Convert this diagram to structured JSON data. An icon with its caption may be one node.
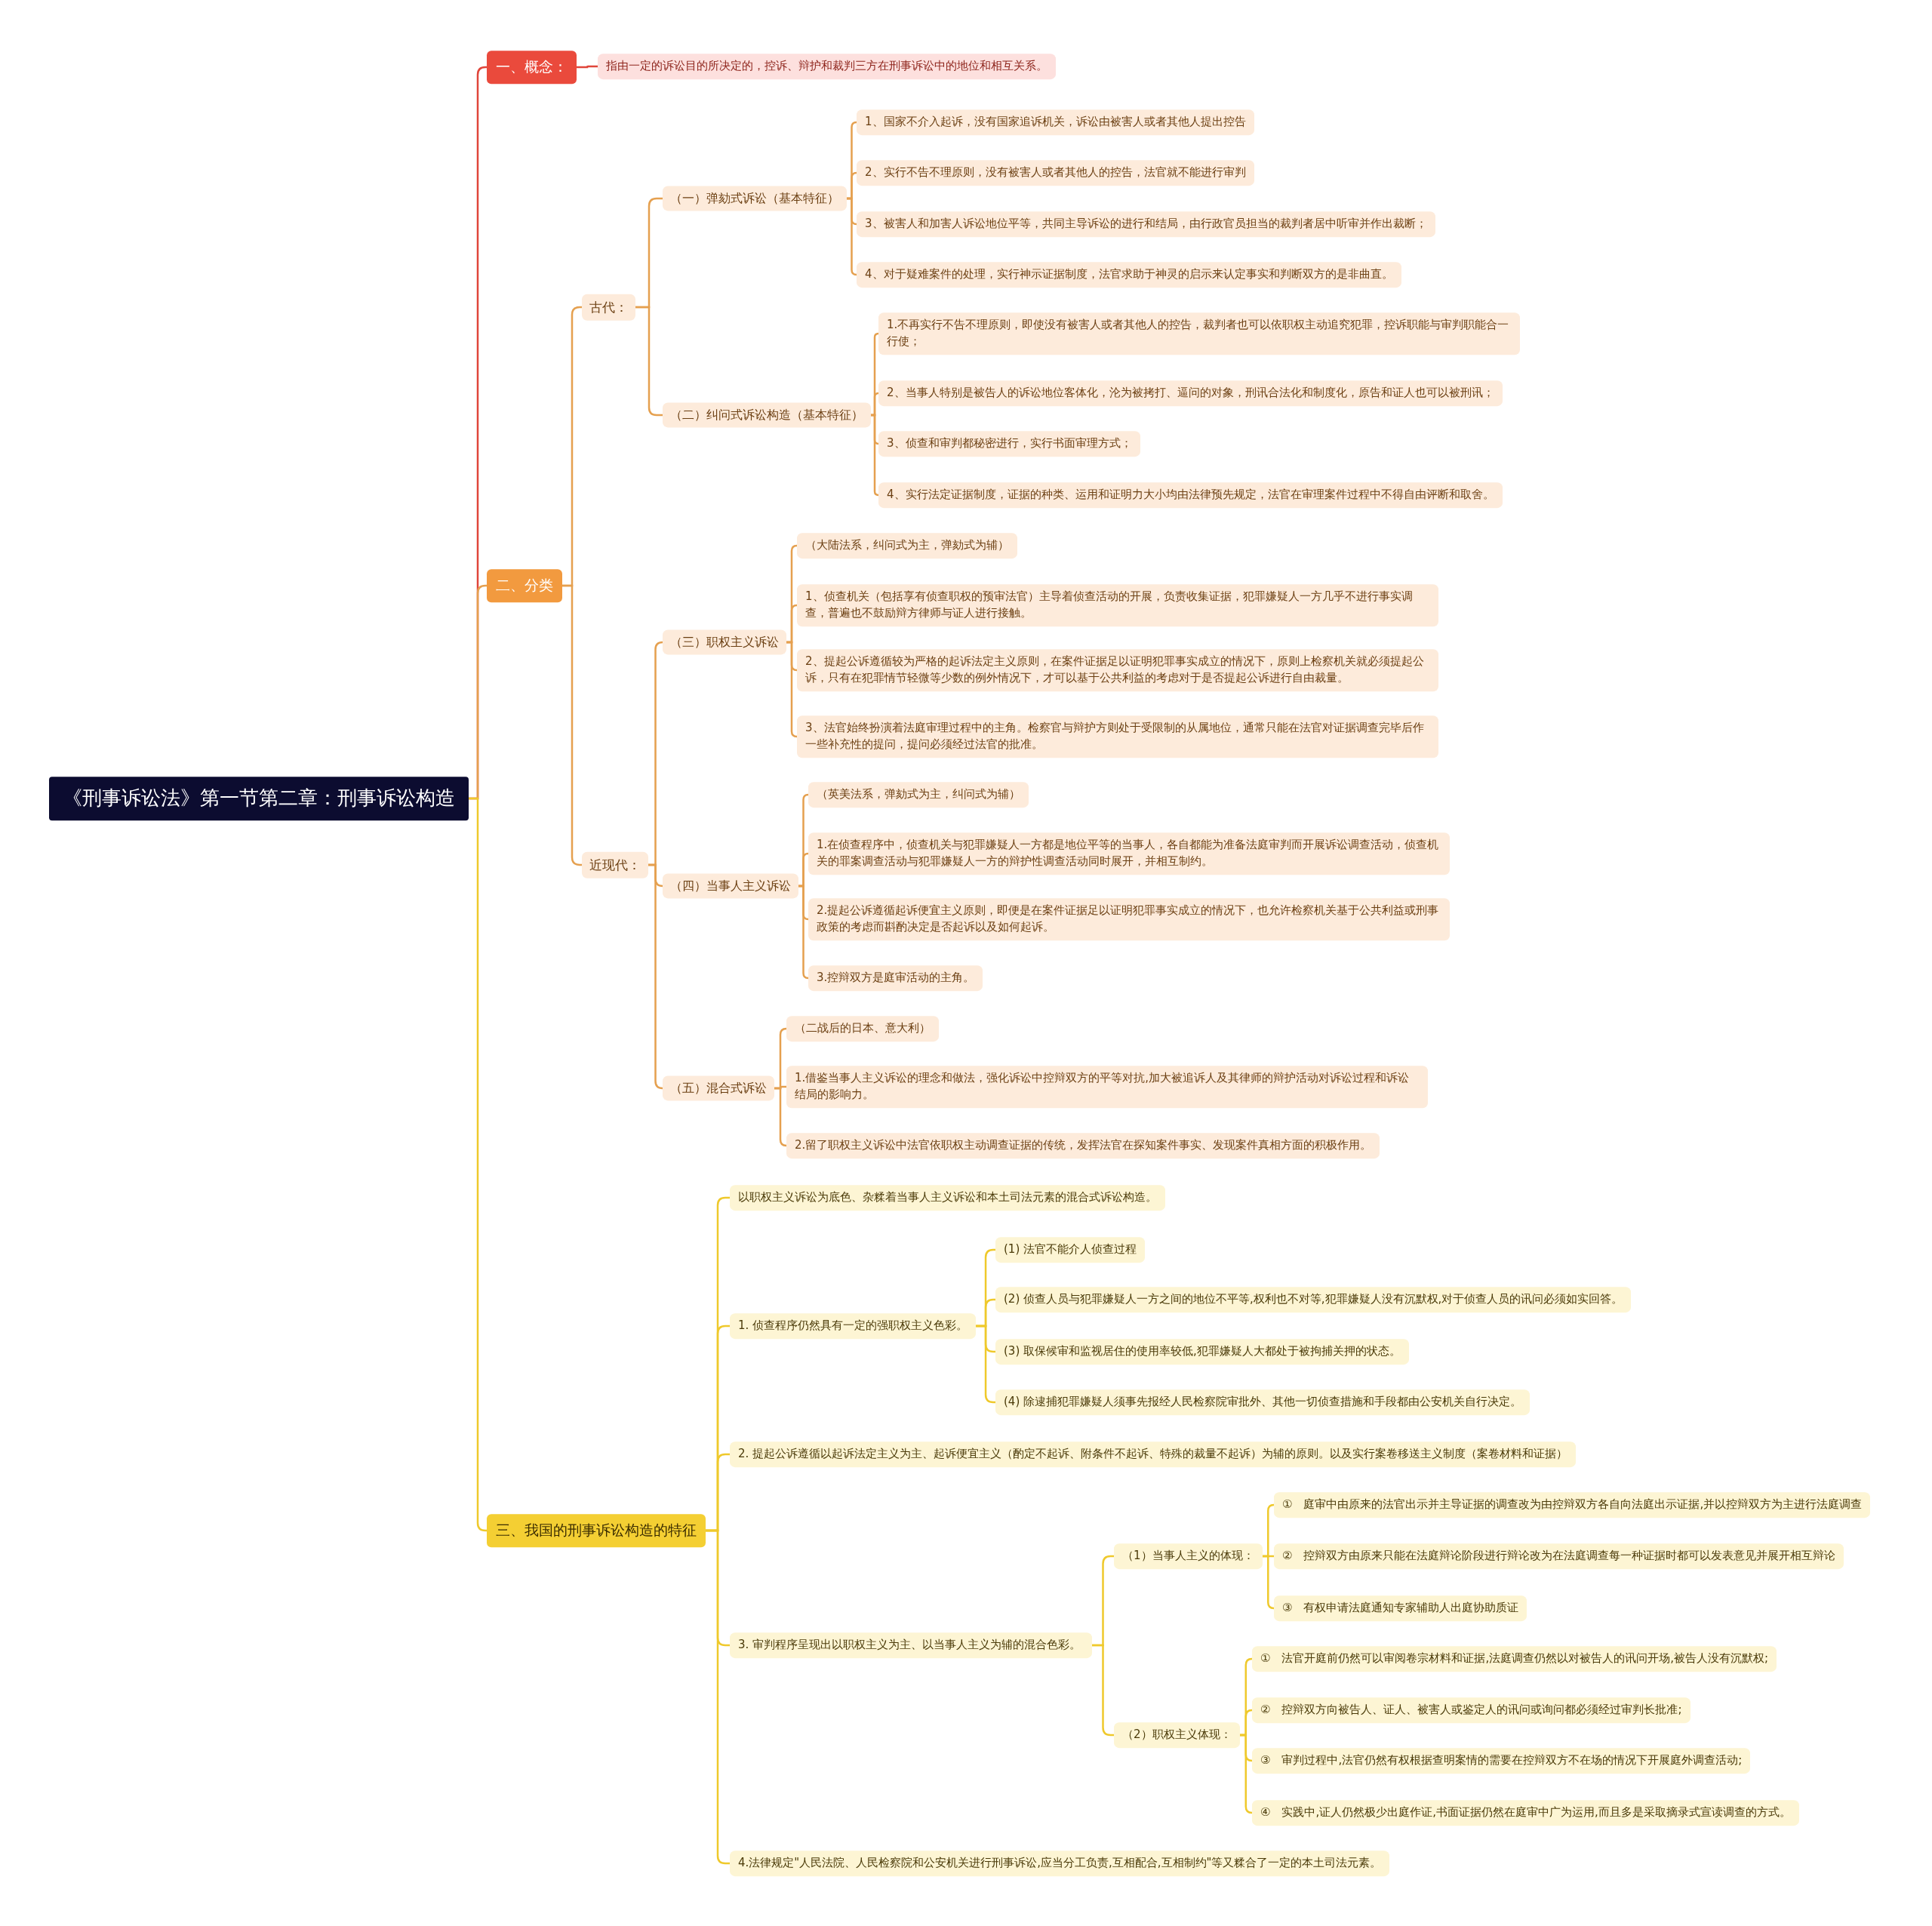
{
  "diagram": {
    "nodes": [
      {
        "text": [
          "《刑事诉讼法》第一节第二章：刑事诉讼构造"
        ]
      },
      {
        "text": [
          "一、概念："
        ]
      },
      {
        "text": [
          "指由一定的诉讼目的所决定的，控诉、辩护和裁判三方在刑事诉讼中的地位和相互关系。"
        ]
      },
      {
        "text": [
          "二、分类"
        ]
      },
      {
        "text": [
          "古代："
        ]
      },
      {
        "text": [
          "（一）弹劾式诉讼（基本特征）"
        ]
      },
      {
        "text": [
          "1、国家不介入起诉，没有国家追诉机关，诉讼由被害人或者其他人提出控告"
        ]
      },
      {
        "text": [
          "2、实行不告不理原则，没有被害人或者其他人的控告，法官就不能进行审判"
        ]
      },
      {
        "text": [
          "3、被害人和加害人诉讼地位平等，共同主导诉讼的进行和结局，由行政官员担当的裁判者居中听审并作出裁断；"
        ]
      },
      {
        "text": [
          "4、对于疑难案件的处理，实行神示证据制度，法官求助于神灵的启示来认定事实和判断双方的是非曲直。"
        ]
      },
      {
        "text": [
          "（二）纠问式诉讼构造（基本特征）"
        ]
      },
      {
        "text": [
          "1.不再实行不告不理原则，即使没有被害人或者其他人的控告，裁判者也可以依职权主动追究犯罪，控诉职能与审判职能合一行使；"
        ]
      },
      {
        "text": [
          "2、当事人特别是被告人的诉讼地位客体化，沦为被拷打、逼问的对象，刑讯合法化和制度化，原告和证人也可以被刑讯；"
        ]
      },
      {
        "text": [
          "3、侦查和审判都秘密进行，实行书面审理方式；"
        ]
      },
      {
        "text": [
          "4、实行法定证据制度，证据的种类、运用和证明力大小均由法律预先规定，法官在审理案件过程中不得自由评断和取舍。"
        ]
      },
      {
        "text": [
          "近现代："
        ]
      },
      {
        "text": [
          "（三）职权主义诉讼"
        ]
      },
      {
        "text": [
          "（大陆法系，纠问式为主，弹劾式为辅）"
        ]
      },
      {
        "text": [
          "1、侦查机关（包括享有侦查职权的预审法官）主导着侦查活动的开展，负责收集证据，犯罪嫌疑人一方几乎不进行事实调查，普遍也不鼓励辩方律师与证人进行接触。"
        ]
      },
      {
        "text": [
          "2、提起公诉遵循较为严格的起诉法定主义原则，在案件证据足以证明犯罪事实成立的情况下，原则上检察机关就必须提起公诉，只有在犯罪情节轻微等少数的例外情况下，才可以基于公共利益的考虑对于是否提起公诉进行自由裁量。"
        ]
      },
      {
        "text": [
          "3、法官始终扮演着法庭审理过程中的主角。检察官与辩护方则处于受限制的从属地位，通常只能在法官对证据调查完毕后作一些补充性的提问，提问必须经过法官的批准。"
        ]
      },
      {
        "text": [
          "（四）当事人主义诉讼"
        ]
      },
      {
        "text": [
          "（英美法系，弹劾式为主，纠问式为辅）"
        ]
      },
      {
        "text": [
          "1.在侦查程序中，侦查机关与犯罪嫌疑人一方都是地位平等的当事人，各自都能为准备法庭审判而开展诉讼调查活动，侦查机关的罪案调查活动与犯罪嫌疑人一方的辩护性调查活动同时展开，并相互制约。"
        ]
      },
      {
        "text": [
          "2.提起公诉遵循起诉便宜主义原则，即便是在案件证据足以证明犯罪事实成立的情况下，也允许检察机关基于公共利益或刑事政策的考虑而斟酌决定是否起诉以及如何起诉。"
        ]
      },
      {
        "text": [
          "3.控辩双方是庭审活动的主角。"
        ]
      },
      {
        "text": [
          "（五）混合式诉讼"
        ]
      },
      {
        "text": [
          "（二战后的日本、意大利）"
        ]
      },
      {
        "text": [
          "1.借鉴当事人主义诉讼的理念和做法，强化诉讼中控辩双方的平等对抗,加大被追诉人及其律师的辩护活动对诉讼过程和诉讼结局的影响力。"
        ]
      },
      {
        "text": [
          "2.留了职权主义诉讼中法官依职权主动调查证据的传统，发挥法官在探知案件事实、发现案件真相方面的积极作用。"
        ]
      },
      {
        "text": [
          "三、我国的刑事诉讼构造的特征"
        ]
      },
      {
        "text": [
          "以职权主义诉讼为底色、杂糅着当事人主义诉讼和本土司法元素的混合式诉讼构造。"
        ]
      },
      {
        "text": [
          "1. 侦查程序仍然具有一定的强职权主义色彩。"
        ]
      },
      {
        "text": [
          "(1) 法官不能介人侦查过程"
        ]
      },
      {
        "text": [
          "(2) 侦查人员与犯罪嫌疑人一方之间的地位不平等,权利也不对等,犯罪嫌疑人没有沉默权,对于侦查人员的讯问必须如实回答。"
        ]
      },
      {
        "text": [
          "(3) 取保候审和监视居住的使用率较低,犯罪嫌疑人大都处于被拘捕关押的状态。"
        ]
      },
      {
        "text": [
          "(4) 除逮捕犯罪嫌疑人须事先报经人民检察院审批外、其他一切侦查措施和手段都由公安机关自行决定。"
        ]
      },
      {
        "text": [
          "2. 提起公诉遵循以起诉法定主义为主、起诉便宜主义（酌定不起诉、附条件不起诉、特殊的裁量不起诉）为辅的原则。以及实行案卷移送主义制度（案卷材料和证据）"
        ]
      },
      {
        "text": [
          "3. 审判程序呈现出以职权主义为主、以当事人主义为辅的混合色彩。"
        ]
      },
      {
        "text": [
          "（1）当事人主义的体现："
        ]
      },
      {
        "text": [
          "①　庭审中由原来的法官出示并主导证据的调查改为由控辩双方各自向法庭出示证据,并以控辩双方为主进行法庭调查"
        ]
      },
      {
        "text": [
          "②　控辩双方由原来只能在法庭辩论阶段进行辩论改为在法庭调查每一种证据时都可以发表意见并展开相互辩论"
        ]
      },
      {
        "text": [
          "③　有权申请法庭通知专家辅助人出庭协助质证"
        ]
      },
      {
        "text": [
          "（2）职权主义体现："
        ]
      },
      {
        "text": [
          "①　法官开庭前仍然可以审阅卷宗材料和证据,法庭调查仍然以对被告人的讯问开场,被告人没有沉默权;"
        ]
      },
      {
        "text": [
          "②　控辩双方向被告人、证人、被害人或鉴定人的讯问或询问都必须经过审判长批准;"
        ]
      },
      {
        "text": [
          "③　审判过程中,法官仍然有权根据查明案情的需要在控辩双方不在场的情况下开展庭外调查活动;"
        ]
      },
      {
        "text": [
          "④　实践中,证人仍然极少出庭作证,书面证据仍然在庭审中广为运用,而且多是采取摘录式宣读调查的方式。"
        ]
      },
      {
        "text": [
          "4.法律规定\"人民法院、人民检察院和公安机关进行刑事诉讼,应当分工负责,互相配合,互相制约\"等又糅合了一定的本土司法元素。"
        ]
      }
    ],
    "edges": [
      {
        "from": 0,
        "to": 1,
        "arrow": "none",
        "color": "#e0453a"
      },
      {
        "from": 1,
        "to": 2,
        "arrow": "none",
        "color": "#e0453a"
      },
      {
        "from": 0,
        "to": 3,
        "arrow": "none"
      },
      {
        "from": 3,
        "to": 4,
        "arrow": "none"
      },
      {
        "from": 4,
        "to": 5,
        "arrow": "none"
      },
      {
        "from": 5,
        "to": 6,
        "arrow": "none"
      },
      {
        "from": 5,
        "to": 7,
        "arrow": "none"
      },
      {
        "from": 5,
        "to": 8,
        "arrow": "none"
      },
      {
        "from": 5,
        "to": 9,
        "arrow": "none"
      },
      {
        "from": 4,
        "to": 10,
        "arrow": "none"
      },
      {
        "from": 10,
        "to": 11,
        "arrow": "none"
      },
      {
        "from": 10,
        "to": 12,
        "arrow": "none"
      },
      {
        "from": 10,
        "to": 13,
        "arrow": "none"
      },
      {
        "from": 10,
        "to": 14,
        "arrow": "none"
      },
      {
        "from": 3,
        "to": 15,
        "arrow": "none"
      },
      {
        "from": 15,
        "to": 16,
        "arrow": "none"
      },
      {
        "from": 16,
        "to": 17,
        "arrow": "none"
      },
      {
        "from": 16,
        "to": 18,
        "arrow": "none"
      },
      {
        "from": 16,
        "to": 19,
        "arrow": "none"
      },
      {
        "from": 16,
        "to": 20,
        "arrow": "none"
      },
      {
        "from": 15,
        "to": 21,
        "arrow": "none"
      },
      {
        "from": 21,
        "to": 22,
        "arrow": "none"
      },
      {
        "from": 21,
        "to": 23,
        "arrow": "none"
      },
      {
        "from": 21,
        "to": 24,
        "arrow": "none"
      },
      {
        "from": 21,
        "to": 25,
        "arrow": "none"
      },
      {
        "from": 15,
        "to": 26,
        "arrow": "none"
      },
      {
        "from": 26,
        "to": 27,
        "arrow": "none"
      },
      {
        "from": 26,
        "to": 28,
        "arrow": "none"
      },
      {
        "from": 26,
        "to": 29,
        "arrow": "none"
      },
      {
        "from": 0,
        "to": 30,
        "arrow": "none",
        "color": "#efc92c"
      },
      {
        "from": 30,
        "to": 31,
        "arrow": "none",
        "color": "#efc92c"
      },
      {
        "from": 30,
        "to": 32,
        "arrow": "none",
        "color": "#efc92c"
      },
      {
        "from": 32,
        "to": 33,
        "arrow": "none",
        "color": "#efc92c"
      },
      {
        "from": 32,
        "to": 34,
        "arrow": "none",
        "color": "#efc92c"
      },
      {
        "from": 32,
        "to": 35,
        "arrow": "none",
        "color": "#efc92c"
      },
      {
        "from": 32,
        "to": 36,
        "arrow": "none",
        "color": "#efc92c"
      },
      {
        "from": 30,
        "to": 37,
        "arrow": "none",
        "color": "#efc92c"
      },
      {
        "from": 30,
        "to": 38,
        "arrow": "none",
        "color": "#efc92c"
      },
      {
        "from": 38,
        "to": 39,
        "arrow": "none",
        "color": "#efc92c"
      },
      {
        "from": 39,
        "to": 40,
        "arrow": "none",
        "color": "#efc92c"
      },
      {
        "from": 39,
        "to": 41,
        "arrow": "none",
        "color": "#efc92c"
      },
      {
        "from": 39,
        "to": 42,
        "arrow": "none",
        "color": "#efc92c"
      },
      {
        "from": 38,
        "to": 43,
        "arrow": "none",
        "color": "#efc92c"
      },
      {
        "from": 43,
        "to": 44,
        "arrow": "none",
        "color": "#efc92c"
      },
      {
        "from": 43,
        "to": 45,
        "arrow": "none",
        "color": "#efc92c"
      },
      {
        "from": 43,
        "to": 46,
        "arrow": "none",
        "color": "#efc92c"
      },
      {
        "from": 43,
        "to": 47,
        "arrow": "none",
        "color": "#efc92c"
      },
      {
        "from": 30,
        "to": 48,
        "arrow": "none",
        "color": "#efc92c"
      }
    ]
  }
}
